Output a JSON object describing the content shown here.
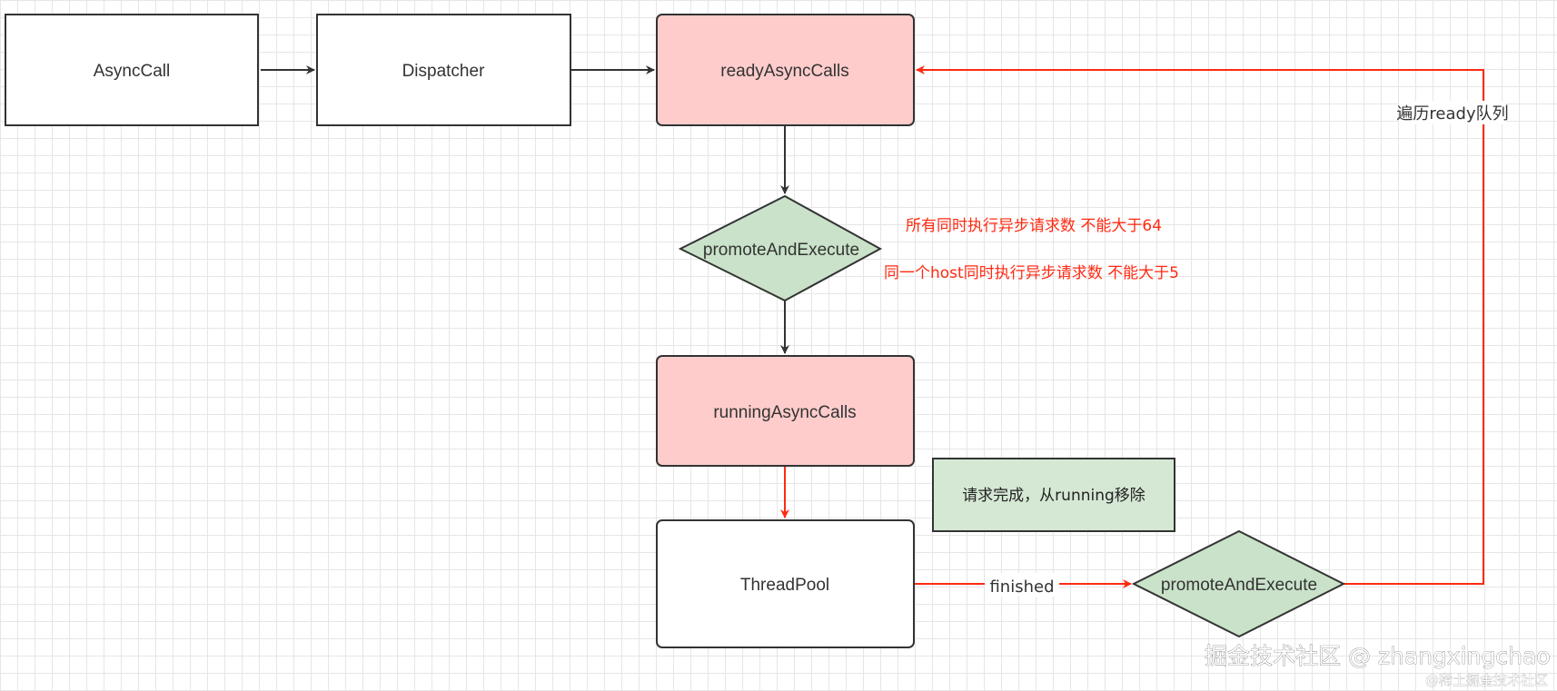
{
  "nodes": {
    "async_call": "AsyncCall",
    "dispatcher": "Dispatcher",
    "ready_async_calls": "readyAsyncCalls",
    "promote_and_execute_top": "promoteAndExecute",
    "running_async_calls": "runningAsyncCalls",
    "thread_pool": "ThreadPool",
    "promote_and_execute_bottom": "promoteAndExecute"
  },
  "annotations": {
    "max_requests": "所有同时执行异步请求数 不能大于64",
    "max_requests_per_host": "同一个host同时执行异步请求数 不能大于5",
    "loop_label": "遍历ready队列",
    "finished_label": "finished",
    "note": "请求完成，从running移除"
  },
  "watermark": {
    "main": "掘金技术社区 @ zhangxingchao",
    "sub": "@稀土掘金技术社区"
  },
  "colors": {
    "queue_fill": "#ffcccc",
    "decision_fill": "#c9e2c9",
    "note_fill": "#d5e8d4",
    "red_line": "#ff2a12",
    "dark_line": "#333333"
  }
}
